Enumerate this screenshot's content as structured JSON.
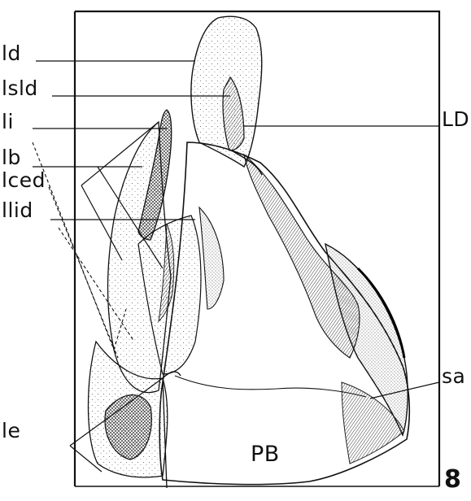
{
  "labels": {
    "ld": "ld",
    "lsld": "lsld",
    "li": "li",
    "lb": "lb",
    "lced": "lced",
    "llid": "llid",
    "le": "le",
    "LD": "LD",
    "sa": "sa",
    "PB": "PB",
    "figure_number": "8"
  }
}
